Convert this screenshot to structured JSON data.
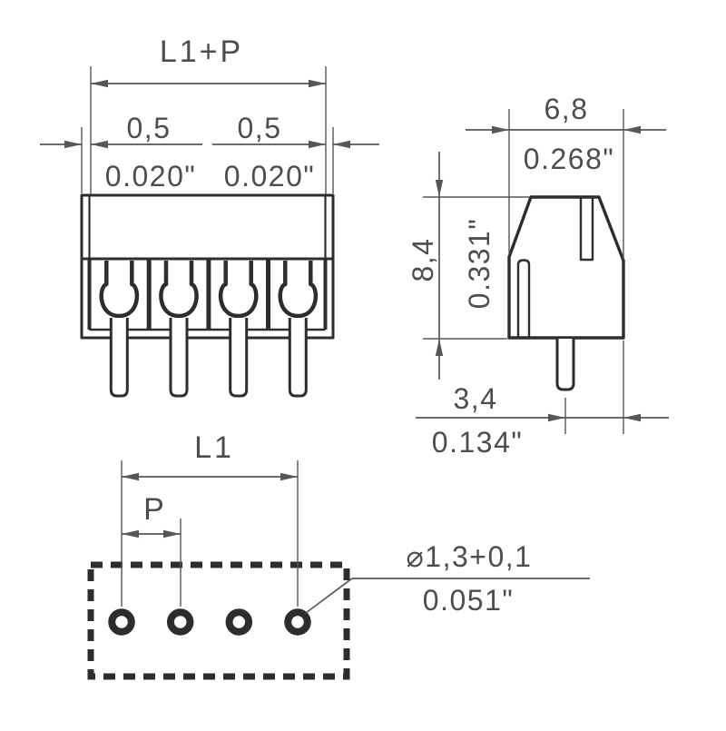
{
  "front_view": {
    "label_l1p": "L1+P",
    "label_left_mm": "0,5",
    "label_left_inch": "0.020\"",
    "label_right_mm": "0,5",
    "label_right_inch": "0.020\"",
    "pole_count": 4
  },
  "side_view": {
    "label_width_mm": "6,8",
    "label_width_inch": "0.268\"",
    "label_height_mm": "8,4",
    "label_height_inch": "0.331\"",
    "label_pin_offset_mm": "3,4",
    "label_pin_offset_inch": "0.134\""
  },
  "footprint_view": {
    "label_l1": "L1",
    "label_p": "P",
    "label_hole_mm": "⌀1,3+0,1",
    "label_hole_inch": "0.051\"",
    "hole_count": 4
  },
  "colors": {
    "outline": "#2d2d2d",
    "dim": "#565656",
    "text": "#4d4d4d",
    "background": "#ffffff"
  }
}
